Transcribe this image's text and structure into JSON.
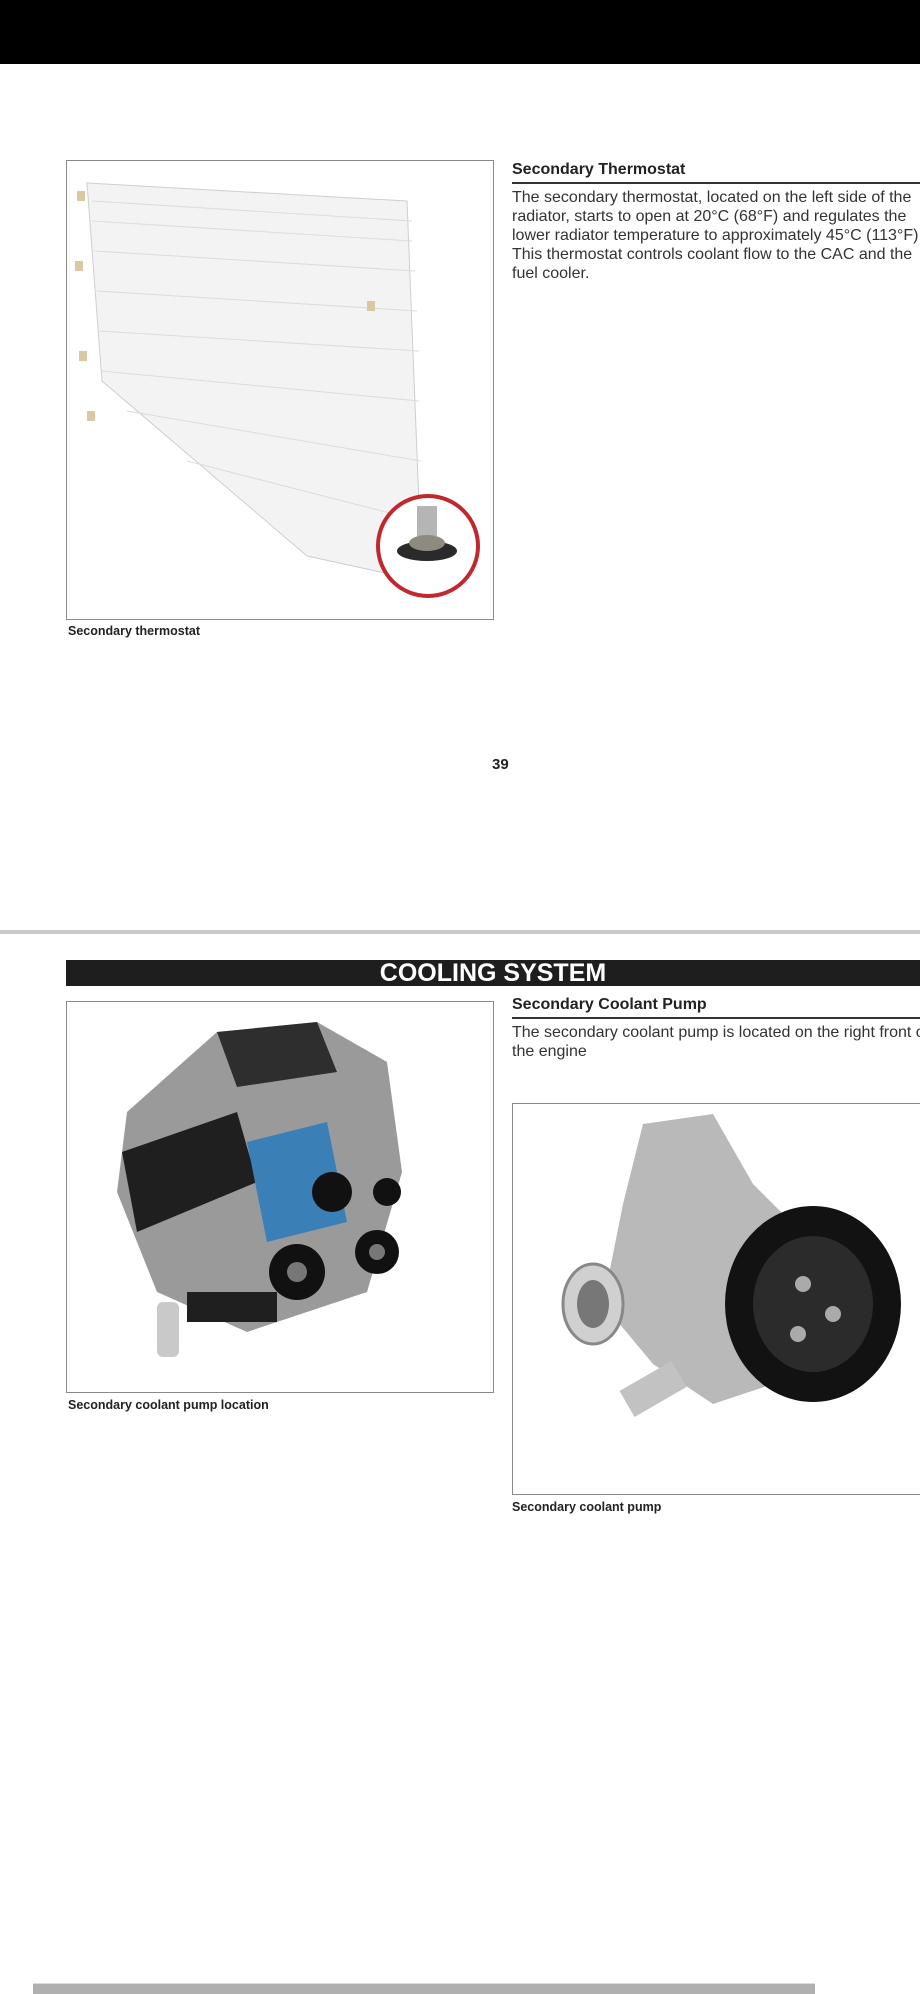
{
  "page1": {
    "heading": "Secondary Thermostat",
    "body": "The secondary thermostat, located on the left side of the radiator, starts to open at 20°C (68°F) and regulates the lower radiator temperature to approximately 45°C (113°F). This thermostat controls coolant flow to the CAC and the fuel cooler.",
    "figure_caption": "Secondary thermostat",
    "page_number": "39"
  },
  "page2": {
    "section_title": "COOLING SYSTEM",
    "heading": "Secondary Coolant Pump",
    "body": "The secondary coolant pump is located on the right front of the engine",
    "figure1_caption": "Secondary coolant pump location",
    "figure2_caption": "Secondary coolant pump"
  },
  "colors": {
    "highlight_circle": "#c0282d",
    "section_bar": "#1e1e1e",
    "engine_accent": "#3a7fb5"
  }
}
